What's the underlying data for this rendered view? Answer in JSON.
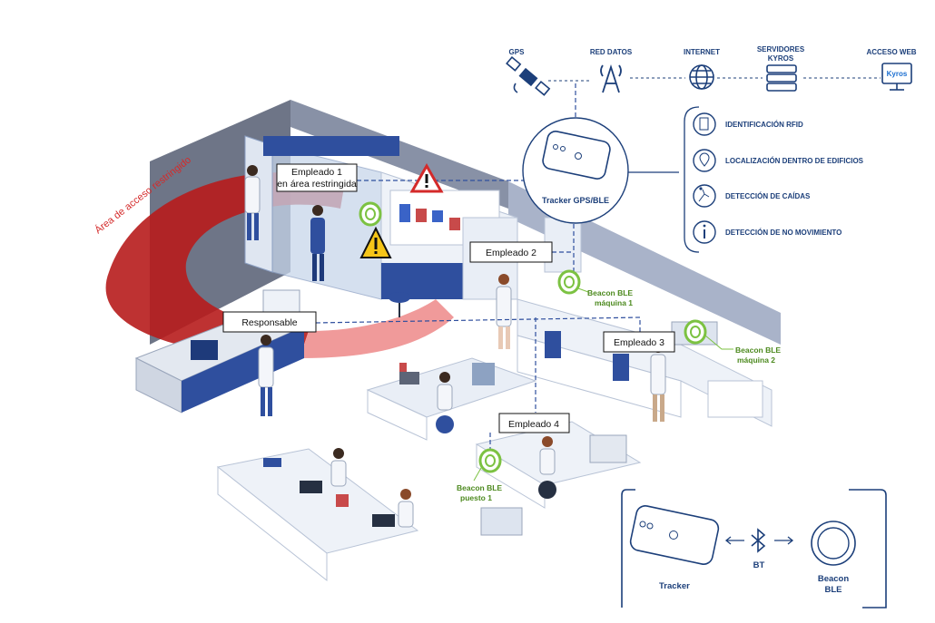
{
  "network": {
    "gps": "GPS",
    "red_datos": "RED DATOS",
    "internet": "INTERNET",
    "servidores_line1": "SERVIDORES",
    "servidores_line2": "KYROS",
    "acceso_web": "ACCESO WEB",
    "kyros_logo": "Kyros"
  },
  "tracker_label": "Tracker GPS/BLE",
  "features": [
    "IDENTIFICACIÓN RFID",
    "LOCALIZACIÓN DENTRO DE EDIFICIOS",
    "DETECCIÓN DE CAÍDAS",
    "DETECCIÓN DE NO MOVIMIENTO"
  ],
  "zone_label": "Área de acceso restringido",
  "callouts": {
    "empleado1_line1": "Empleado 1",
    "empleado1_line2": "en área restringida",
    "empleado2": "Empleado 2",
    "empleado3": "Empleado 3",
    "empleado4": "Empleado 4",
    "responsable": "Responsable"
  },
  "beacons": {
    "maquina1_line1": "Beacon BLE",
    "maquina1_line2": "máquina 1",
    "maquina2_line1": "Beacon BLE",
    "maquina2_line2": "máquina 2",
    "puesto1_line1": "Beacon BLE",
    "puesto1_line2": "puesto 1"
  },
  "legend": {
    "tracker": "Tracker",
    "bt": "BT",
    "beacon_line1": "Beacon",
    "beacon_line2": "BLE"
  },
  "colors": {
    "navy": "#1c3f7a",
    "lab_blue": "#2f4f9e",
    "restricted_red": "#c62828",
    "beacon_green": "#7cc242",
    "warning_yellow": "#f5c518"
  }
}
